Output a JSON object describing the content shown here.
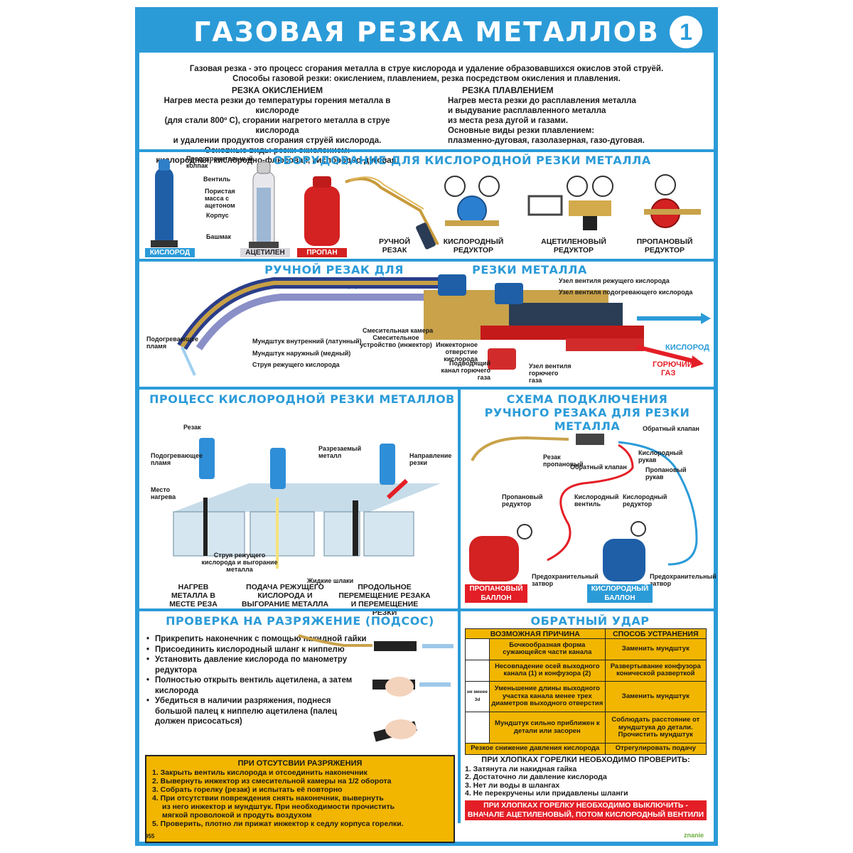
{
  "title": {
    "text": "ГАЗОВАЯ РЕЗКА МЕТАЛЛОВ",
    "number": "1"
  },
  "intro": {
    "line1": "Газовая резка - это процесс сгорания металла в струе кислорода и удаление образовавшихся окислов этой струёй.",
    "line2": "Способы газовой резки: окислением, плавлением, резка посредством окисления и плавления.",
    "oxidation": {
      "header": "РЕЗКА ОКИСЛЕНИЕМ",
      "lines": [
        "Нагрев места резки до температуры горения металла в кислороде",
        "(для стали 800º С), сгорании нагретого металла в струе кислорода",
        "и удалении продуктов сгорания струёй кислорода.",
        "Основные виды резки окислением:",
        "кислородная, кислородно-флюсовая, кислородно-дуговая."
      ]
    },
    "melting": {
      "header": "РЕЗКА ПЛАВЛЕНИЕМ",
      "lines": [
        "Нагрев места резки до расплавления металла",
        "и выдувание расплавленного  металла",
        "из места реза дугой и газами.",
        "Основные виды резки плавлением:",
        "плазменно-дуговая, газолазерная, газо-дуговая."
      ]
    }
  },
  "equipment": {
    "title": "ОБОРУДОВАНИЕ ДЛЯ КИСЛОРОДНОЙ РЕЗКИ МЕТАЛЛА",
    "cylinder_labels": [
      "Предохранительный колпак",
      "Вентиль",
      "Пористая масса с ацетоном",
      "Корпус",
      "Башмак"
    ],
    "tags": {
      "oxygen": "КИСЛОРОД",
      "acetylene": "АЦЕТИЛЕН",
      "propane": "ПРОПАН"
    },
    "items": {
      "cutter": "РУЧНОЙ РЕЗАК",
      "oxygen_reducer": "КИСЛОРОДНЫЙ РЕДУКТОР",
      "acetylene_reducer": "АЦЕТИЛЕНОВЫЙ РЕДУКТОР",
      "propane_reducer": "ПРОПАНОВЫЙ РЕДУКТОР"
    }
  },
  "torch": {
    "title_a": "РУЧНОЙ РЕЗАК ДЛЯ КИСЛОРОДНОЙ",
    "title_b": "РЕЗКИ МЕТАЛЛА",
    "labels": {
      "preheat_flame": "Подогревающее пламя",
      "inner_tip": "Мундштук внутренний (латунный)",
      "outer_tip": "Мундштук наружный (медный)",
      "cut_jet": "Струя режущего кислорода",
      "mix_chamber": "Смесительная камера",
      "mixer": "Смесительное устройство (инжектор)",
      "injector_hole": "Инжекторное отверстие кислорода",
      "fuel_channel": "Подводящий канал горючего газа",
      "valve_cut": "Узел вентиля режущего кислорода",
      "valve_heat": "Узел вентиля подогревающего кислорода",
      "valve_fuel": "Узел вентиля горючего газа",
      "oxygen": "КИСЛОРОД",
      "fuel_a": "ГОРЮЧИЙ",
      "fuel_b": "ГАЗ"
    }
  },
  "process": {
    "title": "ПРОЦЕСС КИСЛОРОДНОЙ РЕЗКИ МЕТАЛЛОВ",
    "labels": {
      "cutter": "Резак",
      "flame": "Подогревающее пламя",
      "heat_spot": "Место нагрева",
      "metal": "Разрезаемый металл",
      "direction": "Направление резки",
      "jet": "Струя режущего кислорода и выгорание металла",
      "slag": "Жидкие шлаки"
    },
    "steps": {
      "s1": "НАГРЕВ МЕТАЛЛА В МЕСТЕ РЕЗА",
      "s2": "ПОДАЧА РЕЖУЩЕГО КИСЛОРОДА И ВЫГОРАНИЕ МЕТАЛЛА",
      "s3": "ПРОДОЛЬНОЕ ПЕРЕМЕЩЕНИЕ РЕЗАКА И ПЕРЕМЕЩЕНИЕ РЕЗКИ"
    }
  },
  "scheme": {
    "title_a": "СХЕМА ПОДКЛЮЧЕНИЯ",
    "title_b": "РУЧНОГО РЕЗАКА ДЛЯ РЕЗКИ МЕТАЛЛА",
    "labels": {
      "check_valve_1": "Обратный клапан",
      "check_valve_2": "Обратный клапан",
      "cutter": "Резак пропановый",
      "oxy_hose": "Кислородный рукав",
      "prop_hose": "Пропановый рукав",
      "prop_reducer": "Пропановый редуктор",
      "oxy_valve": "Кислородный вентиль",
      "oxy_reducer": "Кислородный редуктор",
      "safety_1": "Предохранительный затвор",
      "safety_2": "Предохранительный затвор",
      "prop_cyl": "ПРОПАНОВЫЙ БАЛЛОН",
      "oxy_cyl": "КИСЛОРОДНЫЙ БАЛЛОН"
    }
  },
  "vacuum": {
    "title": "ПРОВЕРКА НА РАЗРЯЖЕНИЕ (ПОДСОС)",
    "steps": [
      "Прикрепить наконечник с помощью накидной гайки",
      "Присоединить кислородный шланг к ниппелю",
      "Установить давление кислорода по манометру редуктора",
      "Полностью открыть вентиль ацетилена, а затем кислорода",
      "Убедиться в наличии разряжения, поднеся большой палец к ниппелю ацетилена (палец должен присосаться)"
    ],
    "no_draft": {
      "header": "ПРИ ОТСУТСВИИ РАЗРЯЖЕНИЯ",
      "lines": [
        "1. Закрыть вентиль кислорода и отсоединить наконечник",
        "2. Вывернуть инжектор из смесительной камеры на 1/2 оборота",
        "3. Собрать горелку (резак) и испытать её повторно",
        "4. При отсутствии повреждения снять наконечник, вывернуть",
        "    из него инжектор и мундштук. При необходимости прочистить",
        "    мягкой проволокой и продуть воздухом",
        "5. Проверить, плотно ли прижат инжектор к седлу корпуса горелки."
      ]
    }
  },
  "backfire": {
    "title": "ОБРАТНЫЙ УДАР",
    "col_cause": "ВОЗМОЖНАЯ ПРИЧИНА",
    "col_fix": "СПОСОБ УСТРАНЕНИЯ",
    "rows": [
      {
        "cause": "Бочкообразная форма сужающейся части канала",
        "fix": "Заменить мундштук"
      },
      {
        "cause": "Несовпадение осей выходного канала (1) и конфузора (2)",
        "fix": "Развертывание конфузора конической разверткой"
      },
      {
        "cause": "Уменьшение длины выходного участка канала менее трех диаметров выходного отверстия",
        "fix": "Заменить мундштук"
      },
      {
        "cause": "Мундштук сильно приближен к детали или засорен",
        "fix": "Соблюдать расстояние от мундштука до детали. Прочистить мундштук"
      },
      {
        "cause": "Резкое снижение давления кислорода",
        "fix": "Отрегулировать подачу"
      }
    ],
    "hint_3d": "не менее 3d",
    "pops": {
      "header": "ПРИ ХЛОПКАХ ГОРЕЛКИ НЕОБХОДИМО ПРОВЕРИТЬ:",
      "items": [
        "1. Затянута ли накидная гайка",
        "2. Достаточно ли давление кислорода",
        "3. Нет ли воды в шлангах",
        "4. Не перекручены или придавлены шланги"
      ]
    },
    "warning_a": "ПРИ ХЛОПКАХ ГОРЕЛКУ НЕОБХОДИМО ВЫКЛЮЧИТЬ -",
    "warning_b": "ВНАЧАЛЕ АЦЕТИЛЕНОВЫЙ, ПОТОМ КИСЛОРОДНЫЙ ВЕНТИЛИ"
  },
  "footer": {
    "code": "955",
    "brand": "znanie"
  },
  "colors": {
    "blue": "#2b9bd8",
    "yellow": "#f2b600",
    "red": "#e41e26"
  }
}
